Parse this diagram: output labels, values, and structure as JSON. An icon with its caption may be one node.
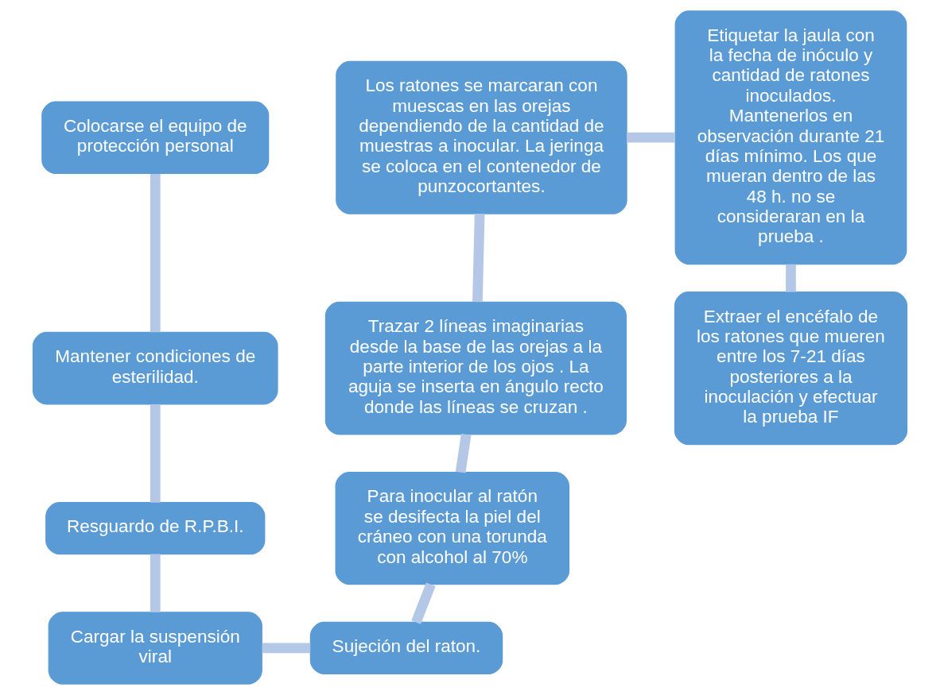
{
  "diagram": {
    "nodes": [
      {
        "text": [
          "Colocarse el equipo de protección personal"
        ]
      },
      {
        "text": [
          "Mantener condiciones de esterilidad."
        ]
      },
      {
        "text": [
          "Resguardo de R.P.B.I."
        ]
      },
      {
        "text": [
          "Cargar la suspensión viral"
        ]
      },
      {
        "text": [
          "Sujeción del raton."
        ]
      },
      {
        "text": [
          "Para inocular al ratón se desifecta la piel del cráneo con una torunda con alcohol al 70%"
        ]
      },
      {
        "text": [
          "Trazar 2 líneas imaginarias desde la base de las orejas a la parte interior de los ojos . La aguja se inserta en ángulo recto donde las líneas se cruzan ."
        ]
      },
      {
        "text": [
          "Los ratones se marcaran con muescas en las orejas dependiendo de la cantidad de muestras a inocular. La jeringa se coloca en el contenedor de punzocortantes."
        ]
      },
      {
        "text": [
          "Etiquetar la jaula con la fecha de inóculo y cantidad de ratones inoculados. Mantenerlos en observación durante 21 días mínimo. Los que mueran dentro de las 48 h. no se consideraran en la prueba ."
        ]
      },
      {
        "text": [
          "Extraer el encéfalo de los ratones que mueren entre los 7-21 días posteriores a la inoculación y efectuar la prueba IF"
        ]
      }
    ],
    "edges": [
      {
        "from": 0,
        "to": 1,
        "arrow": "none"
      },
      {
        "from": 1,
        "to": 2,
        "arrow": "none"
      },
      {
        "from": 2,
        "to": 3,
        "arrow": "none"
      },
      {
        "from": 3,
        "to": 4,
        "arrow": "none"
      },
      {
        "from": 4,
        "to": 5,
        "arrow": "none"
      },
      {
        "from": 5,
        "to": 6,
        "arrow": "none"
      },
      {
        "from": 6,
        "to": 7,
        "arrow": "none"
      },
      {
        "from": 7,
        "to": 8,
        "arrow": "none"
      },
      {
        "from": 8,
        "to": 9,
        "arrow": "none"
      }
    ]
  }
}
